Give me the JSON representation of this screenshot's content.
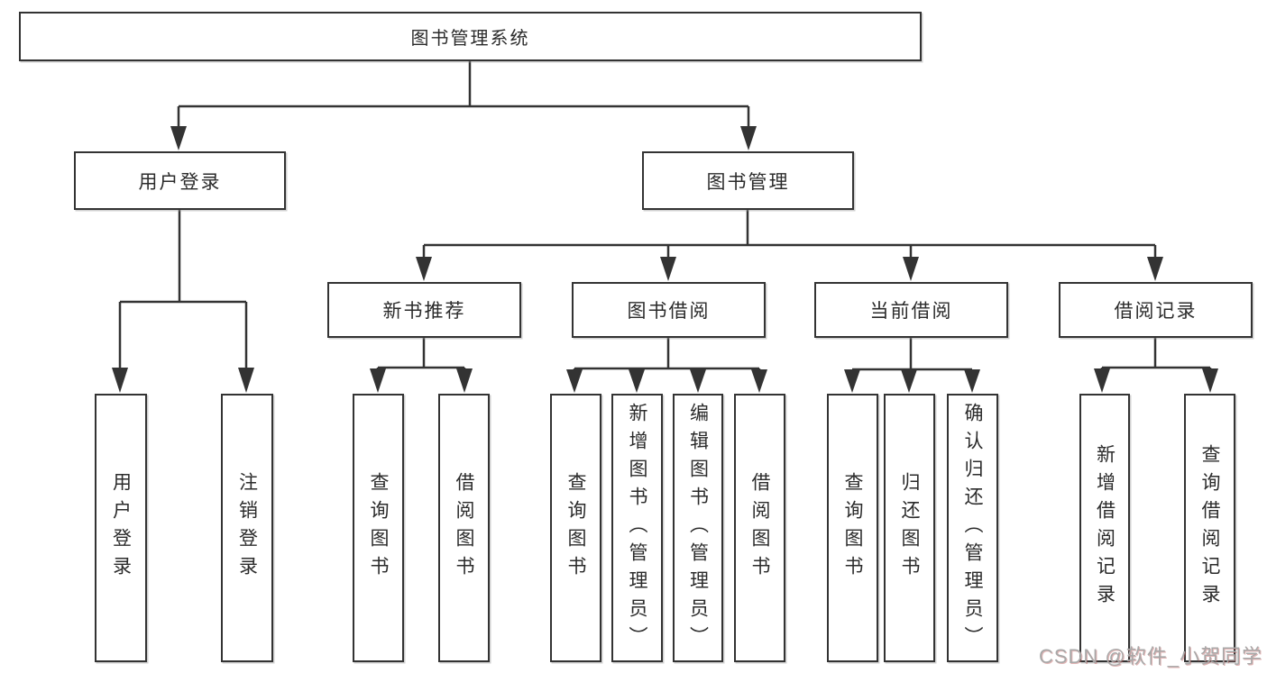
{
  "tree": {
    "root": {
      "label": "图书管理系统"
    },
    "branches": [
      {
        "label": "用户登录",
        "children": [
          {
            "label": "用户登录"
          },
          {
            "label": "注销登录"
          }
        ]
      },
      {
        "label": "图书管理",
        "children": [
          {
            "label": "新书推荐",
            "children": [
              {
                "label": "查询图书"
              },
              {
                "label": "借阅图书"
              }
            ]
          },
          {
            "label": "图书借阅",
            "children": [
              {
                "label": "查询图书"
              },
              {
                "label": "新增图书（管理员）"
              },
              {
                "label": "编辑图书（管理员）"
              },
              {
                "label": "借阅图书"
              }
            ]
          },
          {
            "label": "当前借阅",
            "children": [
              {
                "label": "查询图书"
              },
              {
                "label": "归还图书"
              },
              {
                "label": "确认归还（管理员）"
              }
            ]
          },
          {
            "label": "借阅记录",
            "children": [
              {
                "label": "新增借阅记录"
              },
              {
                "label": "查询借阅记录"
              }
            ]
          }
        ]
      }
    ]
  },
  "watermark": {
    "text": "CSDN @软件_小贺同学"
  },
  "colors": {
    "line": "#333333",
    "box_border": "#333333",
    "text": "#2b2b2b",
    "watermark": "#a8a8a8"
  }
}
